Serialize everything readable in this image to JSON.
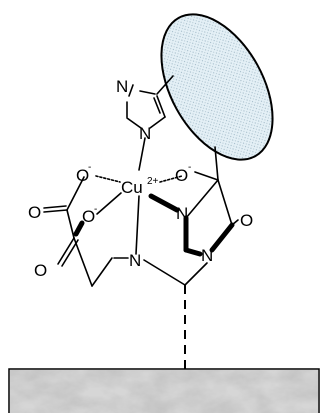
{
  "atoms": {
    "imidazole_n_top": "N",
    "imidazole_n_bottom": "N",
    "metal": "Cu",
    "metal_charge": "2+",
    "o_left_upper": "O",
    "o_left_upper_charge": "-",
    "o_right_upper": "O",
    "o_right_upper_charge": "-",
    "o_left_mid": "O",
    "o_left_mid_charge": "-",
    "n_right": "N",
    "o_carbonyl_left_upper": "O",
    "o_right_carbonyl": "O",
    "o_carbonyl_left_lower": "O",
    "n_amine": "N",
    "n_bridge": "N"
  },
  "colors": {
    "ellipse_fill": "#dcebf3",
    "ellipse_stroke": "#000000",
    "surface_base": "#d8d8d8",
    "bond": "#000000"
  },
  "components": {
    "ellipse_icon": "protein-ellipse",
    "surface_icon": "stone-surface-texture",
    "linker_icon": "dashed-linker"
  }
}
